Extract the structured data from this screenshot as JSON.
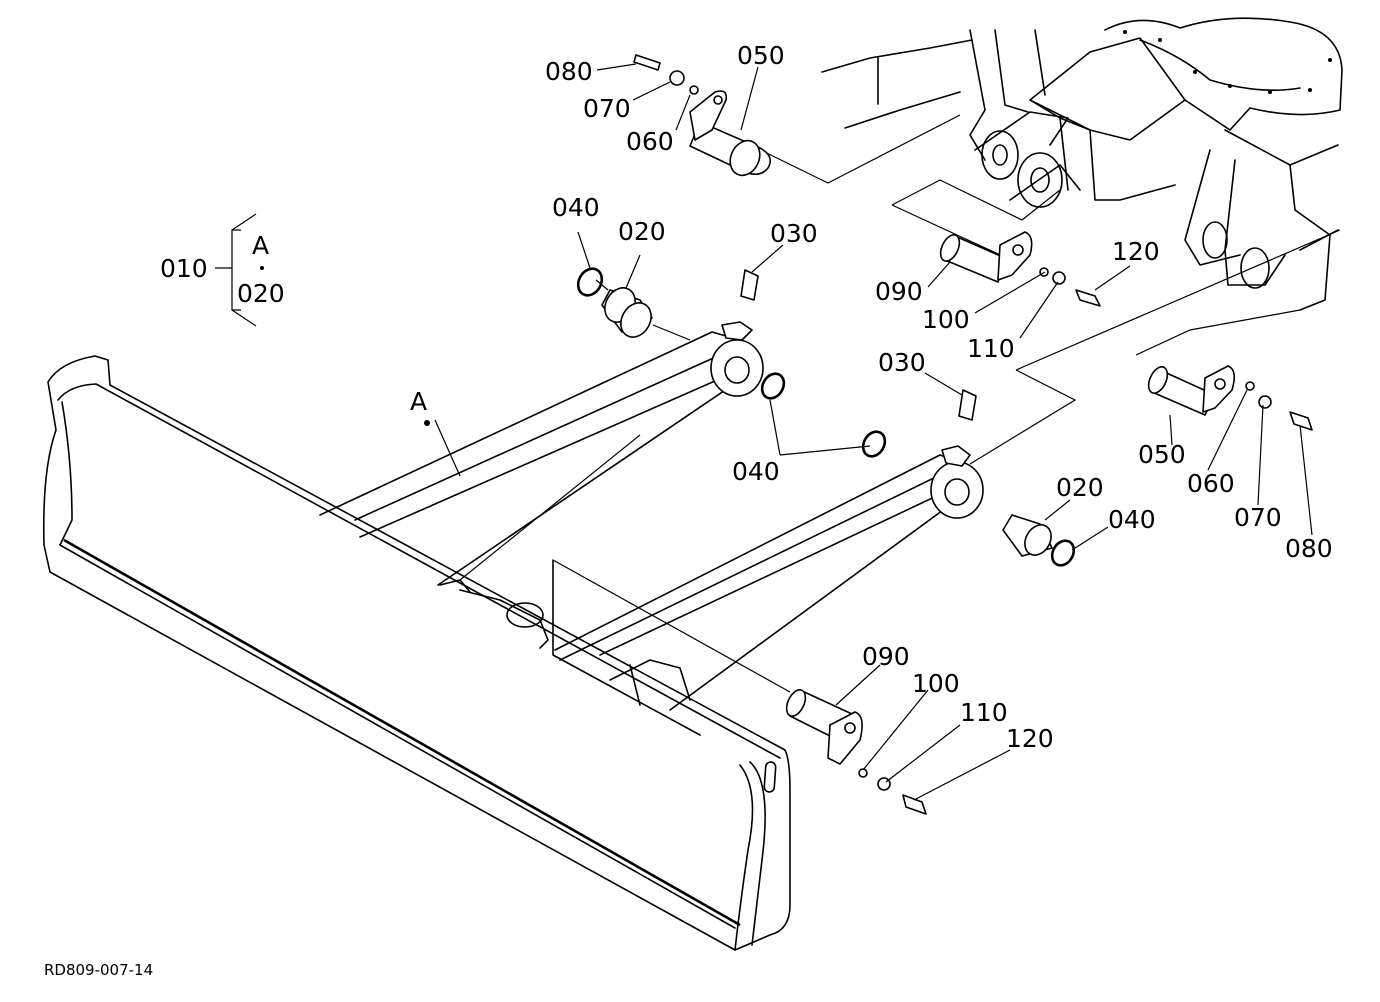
{
  "drawing_code": "RD809-007-14",
  "assembly": {
    "main": "010",
    "top": "A",
    "bottom": "020"
  },
  "callouts": {
    "c080_a": "080",
    "c070_a": "070",
    "c060_a": "060",
    "c050_a": "050",
    "c040_a": "040",
    "c020_a": "020",
    "c030_a": "030",
    "c090_a": "090",
    "c100_a": "100",
    "c110_a": "110",
    "c120_a": "120",
    "c030_b": "030",
    "c040_b": "040",
    "c020_b": "020",
    "c040_c": "040",
    "c050_b": "050",
    "c060_b": "060",
    "c070_b": "070",
    "c080_b": "080",
    "c090_b": "090",
    "c100_b": "100",
    "c110_b": "110",
    "c120_b": "120",
    "ref_a": "A"
  }
}
